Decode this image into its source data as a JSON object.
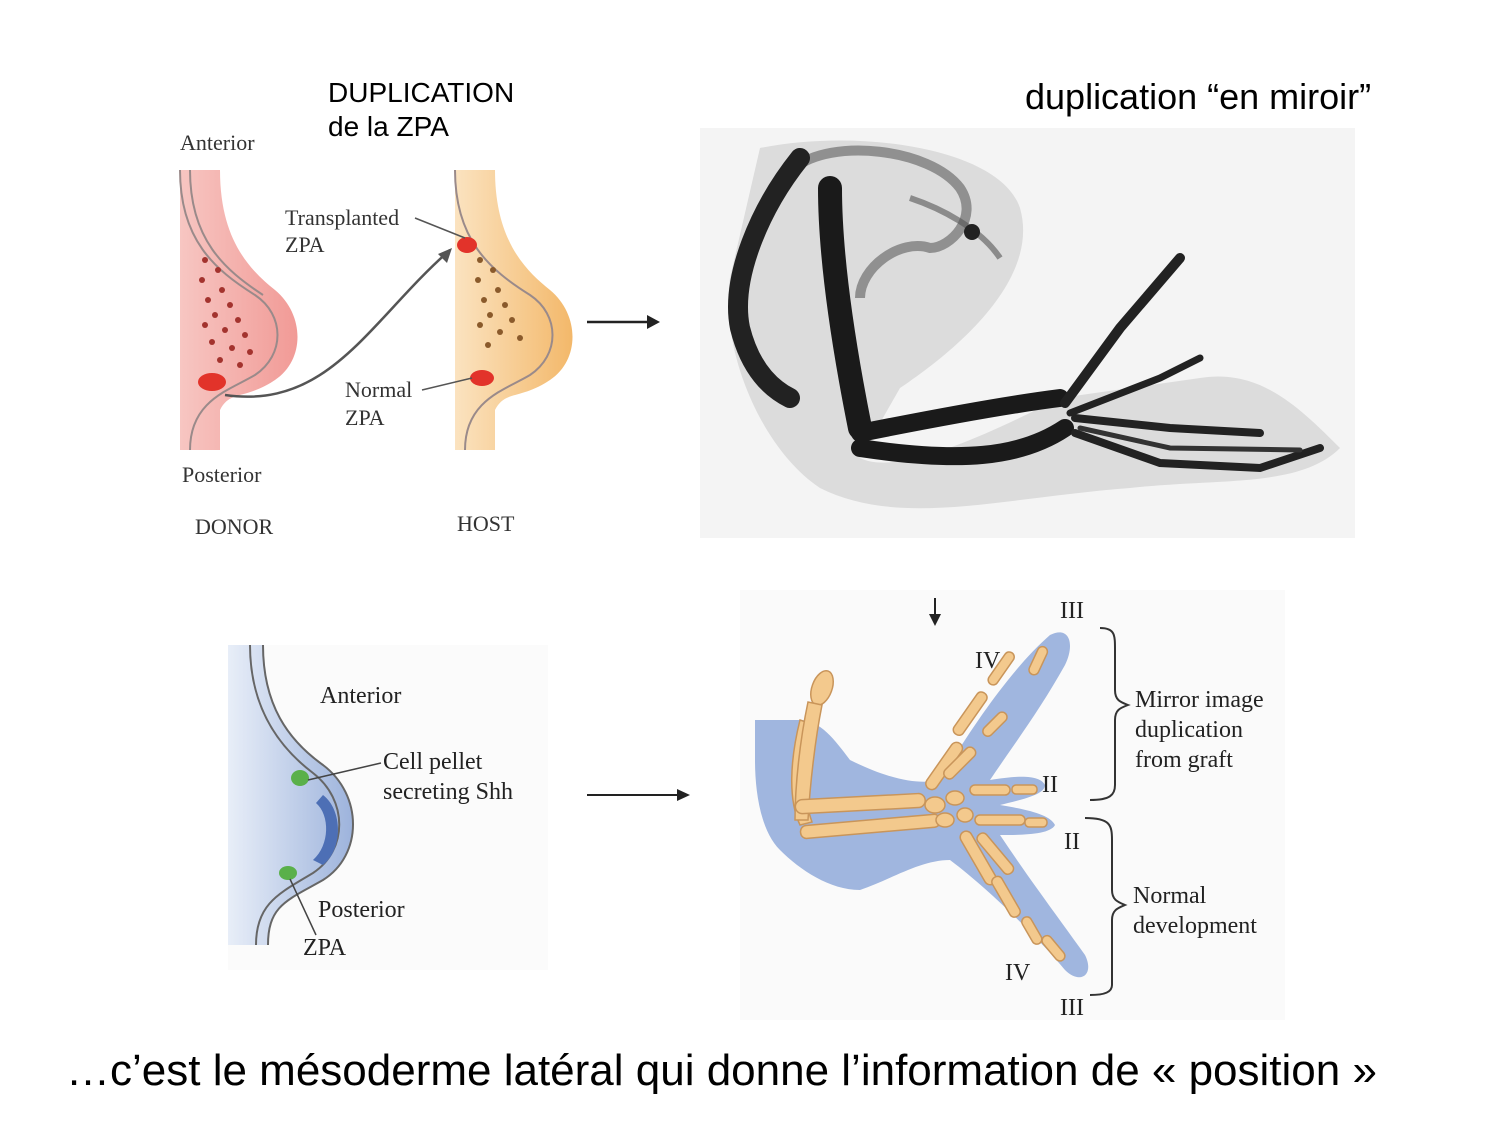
{
  "title": {
    "line1": "DUPLICATION",
    "line2": "de la ZPA"
  },
  "subtitle": "duplication “en miroir”",
  "footer": "…c’est le mésoderme latéral qui donne l’information de « position »",
  "top_diagram": {
    "anterior": "Anterior",
    "posterior": "Posterior",
    "donor": "DONOR",
    "host": "HOST",
    "transplanted_1": "Transplanted",
    "transplanted_2": "ZPA",
    "normal_1": "Normal",
    "normal_2": "ZPA"
  },
  "bottom_diagram": {
    "anterior": "Anterior",
    "pellet_1": "Cell pellet",
    "pellet_2": "secreting Shh",
    "posterior": "Posterior",
    "zpa": "ZPA"
  },
  "limb_diagram": {
    "digit_top_III": "III",
    "digit_top_IV": "IV",
    "digit_top_II": "II",
    "digit_bot_II": "II",
    "digit_bot_IV": "IV",
    "digit_bot_III": "III",
    "mirror_1": "Mirror image",
    "mirror_2": "duplication",
    "mirror_3": "from graft",
    "normal_1": "Normal",
    "normal_2": "development"
  },
  "colors": {
    "donor_red": "#f4a3a0",
    "host_orange": "#f6c889",
    "limb_blue": "#8ea8d8",
    "bone_tan": "#f3c98d"
  }
}
